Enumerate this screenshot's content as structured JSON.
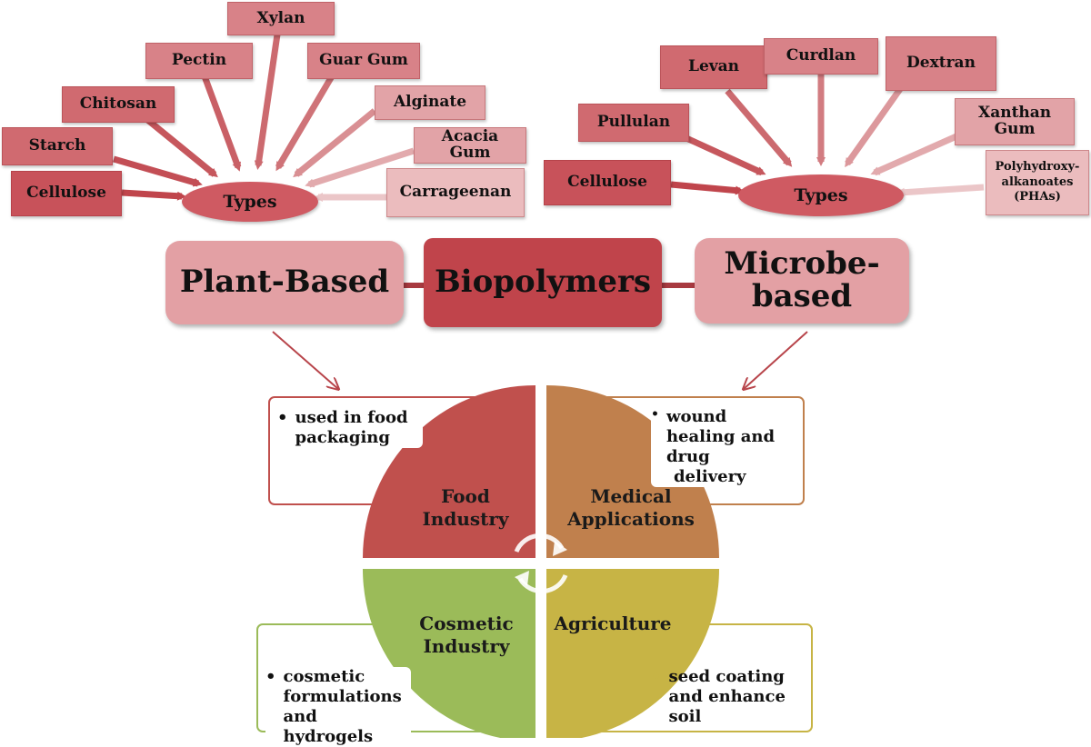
{
  "title": "Biopolymers",
  "plant": {
    "label": "Plant-Based",
    "types_label": "Types",
    "types": [
      "Cellulose",
      "Starch",
      "Chitosan",
      "Pectin",
      "Xylan",
      "Guar Gum",
      "Alginate",
      "Acacia Gum",
      "Carrageenan"
    ]
  },
  "microbe": {
    "label_line1": "Microbe-",
    "label_line2": "based",
    "types_label": "Types",
    "types": [
      "Cellulose",
      "Pullulan",
      "Levan",
      "Curdlan",
      "Dextran",
      "Xanthan Gum",
      "Polyhydroxy-alkanoates (PHAs)"
    ],
    "pha_lines": [
      "Polyhydroxy-",
      "alkanoates",
      "(PHAs)"
    ]
  },
  "applications": [
    {
      "name": "Food Industry",
      "lines": [
        "Food",
        "Industry"
      ],
      "color": "#c0504d",
      "note_lines": [
        "used in food",
        "packaging"
      ]
    },
    {
      "name": "Medical Applications",
      "lines": [
        "Medical",
        "Applications"
      ],
      "color": "#c0804d",
      "note_lines": [
        "wound",
        "healing and",
        "drug",
        "delivery"
      ]
    },
    {
      "name": "Cosmetic Industry",
      "lines": [
        "Cosmetic",
        "Industry"
      ],
      "color": "#9bbb59",
      "note_lines": [
        "cosmetic",
        "formulations",
        "and hydrogels"
      ]
    },
    {
      "name": "Agriculture",
      "lines": [
        "Agriculture"
      ],
      "color": "#c7b445",
      "note_lines": [
        "seed coating",
        "and enhance",
        "soil"
      ]
    }
  ],
  "colors": {
    "arrow": "#c0454c",
    "food_border": "#c0504d",
    "medical_border": "#c0804d",
    "cosmetic_border": "#9bbb59",
    "agriculture_border": "#c7b445"
  }
}
